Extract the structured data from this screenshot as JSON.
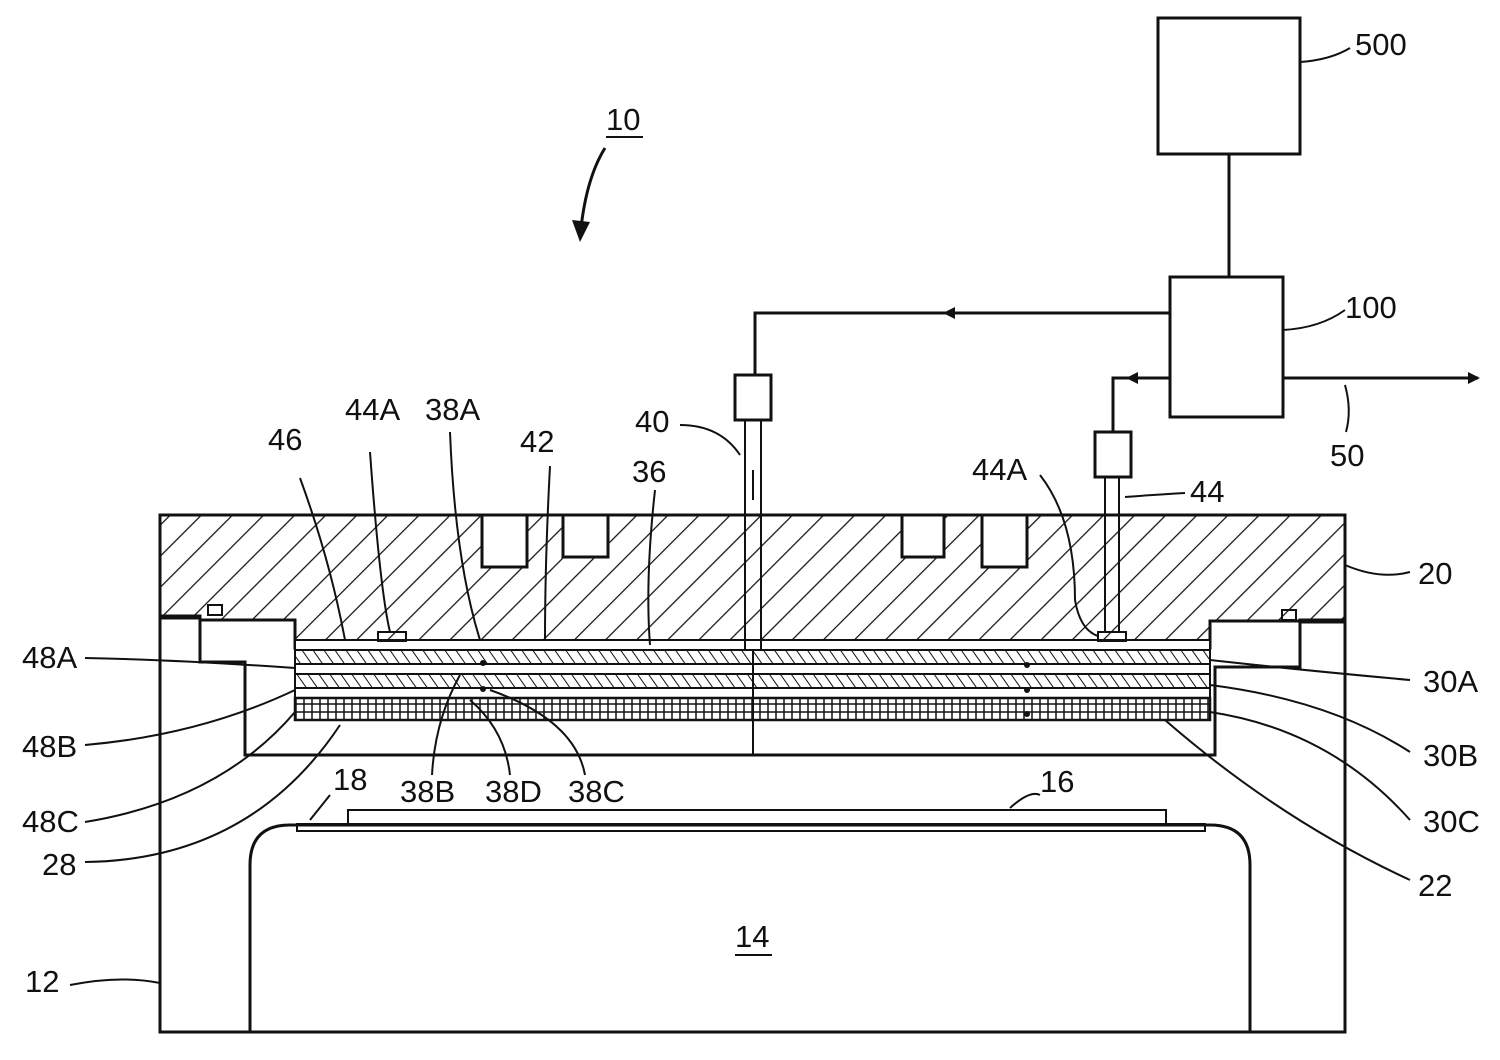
{
  "labels": {
    "apparatus": "10",
    "controller": "500",
    "sensor_unit": "100",
    "output_line": "50",
    "probe": "40",
    "probe_b": "44",
    "pad_left": "44A",
    "pad_right": "44A",
    "layer_a_dot": "38A",
    "layer_b_dot": "38B",
    "layer_c_dot": "38C",
    "layer_d_dot": "38D",
    "top_film": "42",
    "backing": "36",
    "edge": "46",
    "head": "20",
    "layer_30a": "30A",
    "layer_30b": "30B",
    "layer_30c": "30C",
    "layer_48a": "48A",
    "layer_48b": "48B",
    "layer_48c": "48C",
    "ring": "28",
    "face": "22",
    "spacer": "18",
    "substrate": "16",
    "platen": "14",
    "chamber": "12"
  }
}
